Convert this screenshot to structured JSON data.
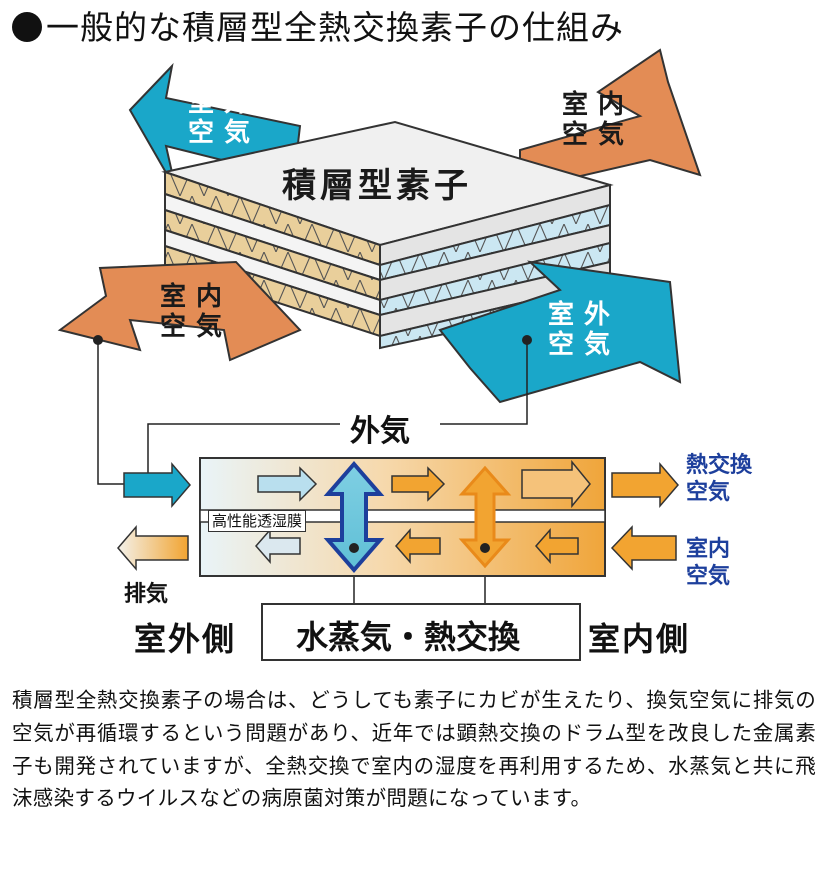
{
  "title": "一般的な積層型全熱交換素子の仕組み",
  "element_label": "積層型素子",
  "arrows": {
    "top_left": {
      "line1": "室外",
      "line2": "空気",
      "color": "#1aa7c9"
    },
    "top_right": {
      "line1": "室内",
      "line2": "空気",
      "color": "#e38c55"
    },
    "mid_left": {
      "line1": "室内",
      "line2": "空気",
      "color": "#e38c55"
    },
    "mid_right": {
      "line1": "室外",
      "line2": "空気",
      "color": "#1aa7c9"
    }
  },
  "lower": {
    "outside_air": "外気",
    "membrane": "高性能透湿膜",
    "exhaust": "排気",
    "heat_exchanged_line1": "熱交換",
    "heat_exchanged_line2": "空気",
    "room_air_line1": "室内",
    "room_air_line2": "空気",
    "outdoor_side": "室外側",
    "indoor_side": "室内側",
    "exchange_label": "水蒸気・熱交換"
  },
  "colors": {
    "orange": "#f2a431",
    "blue": "#1aa7c9",
    "dark_blue": "#1d3f9c",
    "salmon": "#e38c55"
  },
  "paragraph": "積層型全熱交換素子の場合は、どうしても素子にカビが生えたり、換気空気に排気の空気が再循環するという問題があり、近年では顕熱交換のドラム型を改良した金属素子も開発されていますが、全熱交換で室内の湿度を再利用するため、水蒸気と共に飛沫感染するウイルスなどの病原菌対策が問題になっています。"
}
